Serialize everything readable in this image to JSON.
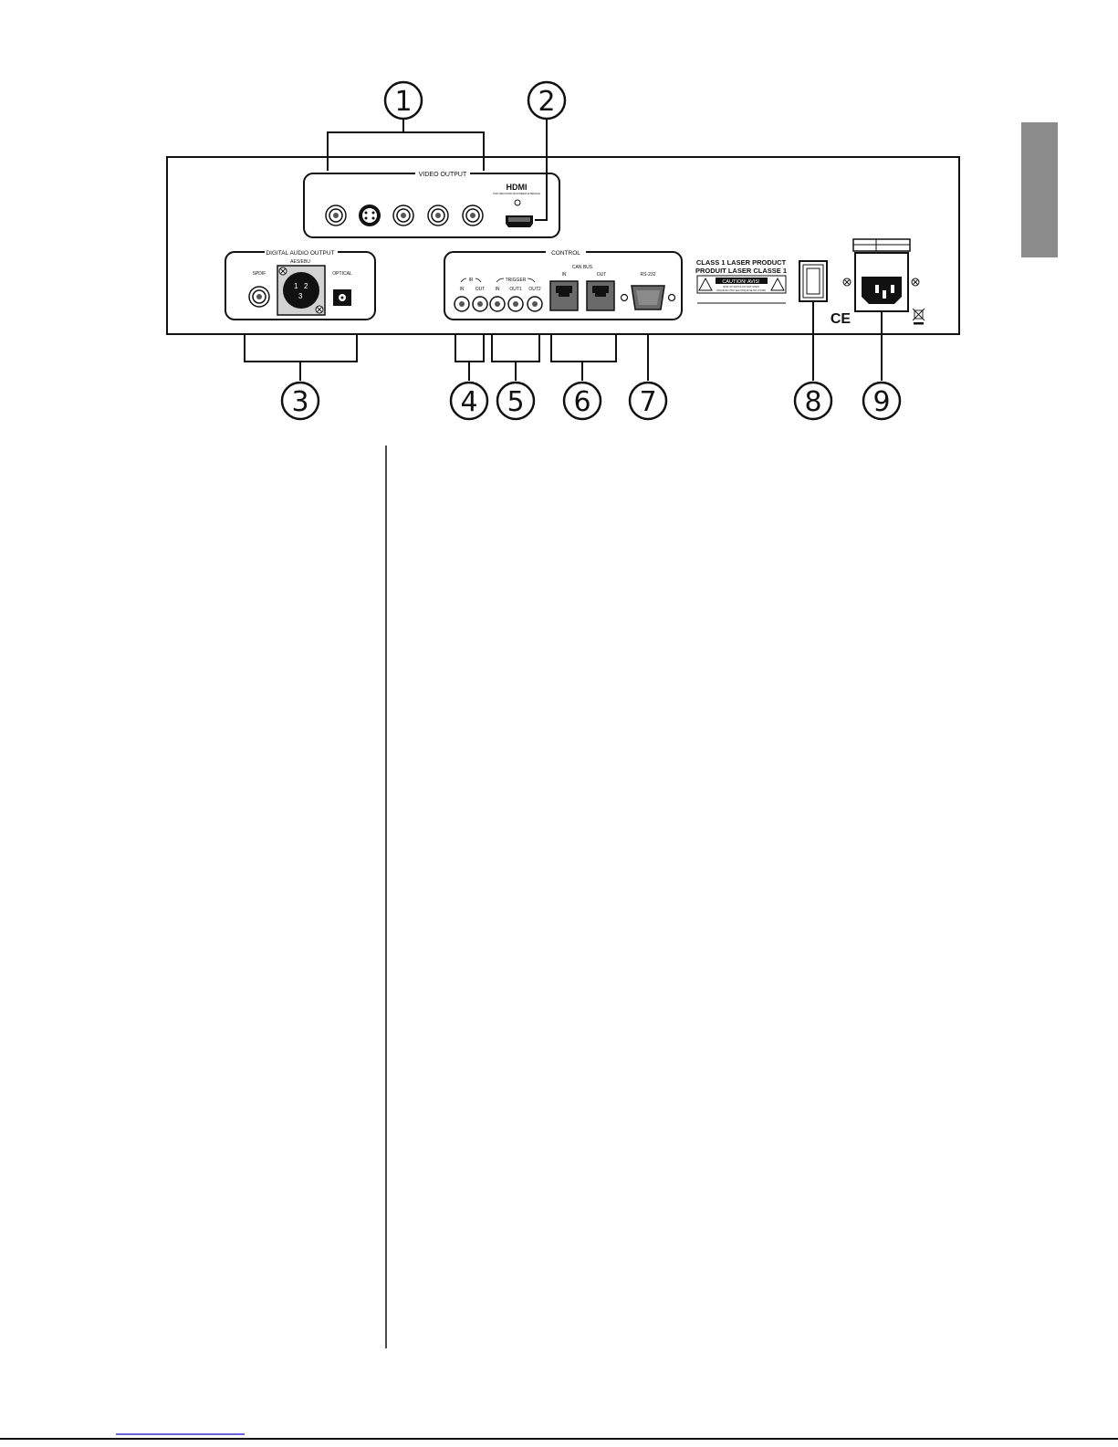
{
  "panel": {
    "video_output": {
      "title": "VIDEO OUTPUT",
      "hdmi_logo": "HDMI",
      "hdmi_tagline": "HIGH-DEFINITION MULTIMEDIA INTERFACE"
    },
    "digital_audio": {
      "title": "DIGITAL AUDIO OUTPUT",
      "aes_ebu": "AES/EBU",
      "spdif": "SPDIF",
      "optical": "OPTICAL",
      "pins": [
        "1",
        "2",
        "3"
      ]
    },
    "control": {
      "title": "CONTROL",
      "ir": "IR",
      "ir_in": "IN",
      "ir_out": "OUT",
      "trigger": "TRIGGER",
      "trig_in": "IN",
      "trig_out1": "OUT1",
      "trig_out2": "OUT2",
      "canbus": "CAN BUS",
      "can_in": "IN",
      "can_out": "OUT",
      "rs232": "RS-232"
    },
    "laser": {
      "line1": "CLASS 1 LASER PRODUCT",
      "line2": "PRODUIT LASER CLASSE 1",
      "caution_title": "CAUTION! AVIS!",
      "caution_line1": "RISK OF SHOCK DO NOT OPEN",
      "caution_line2": "RISQUE DE CHOC ELECTRIQUE NE PAS OUVRIR"
    },
    "ce_mark": "CE"
  },
  "callouts": [
    "1",
    "2",
    "3",
    "4",
    "5",
    "6",
    "7",
    "8",
    "9"
  ],
  "colors": {
    "ink": "#111111",
    "side_tab": "#8c8c8c",
    "link": "#3333cc"
  }
}
